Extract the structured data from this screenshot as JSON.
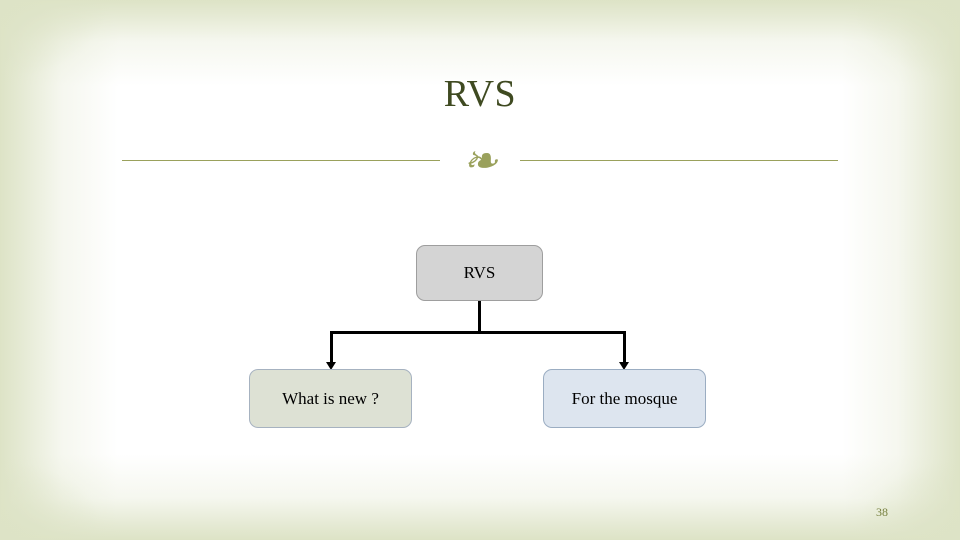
{
  "slide": {
    "title": "RVS",
    "divider_ornament": "❧",
    "page_number": "38"
  },
  "diagram": {
    "root": {
      "label": "RVS",
      "fill": "#d4d4d4",
      "border": "#9e9e9e"
    },
    "children": [
      {
        "label": "What is new ?",
        "fill": "#dde1d4",
        "border": "#a6b2c0"
      },
      {
        "label": "For the mosque",
        "fill": "#dde5ef",
        "border": "#9badc2"
      }
    ]
  },
  "theme": {
    "title_color": "#3f4a21",
    "divider_color": "#9aa15c",
    "border_color": "#dde3c6",
    "page_number_color": "#77813f",
    "connector_color": "#000000"
  }
}
